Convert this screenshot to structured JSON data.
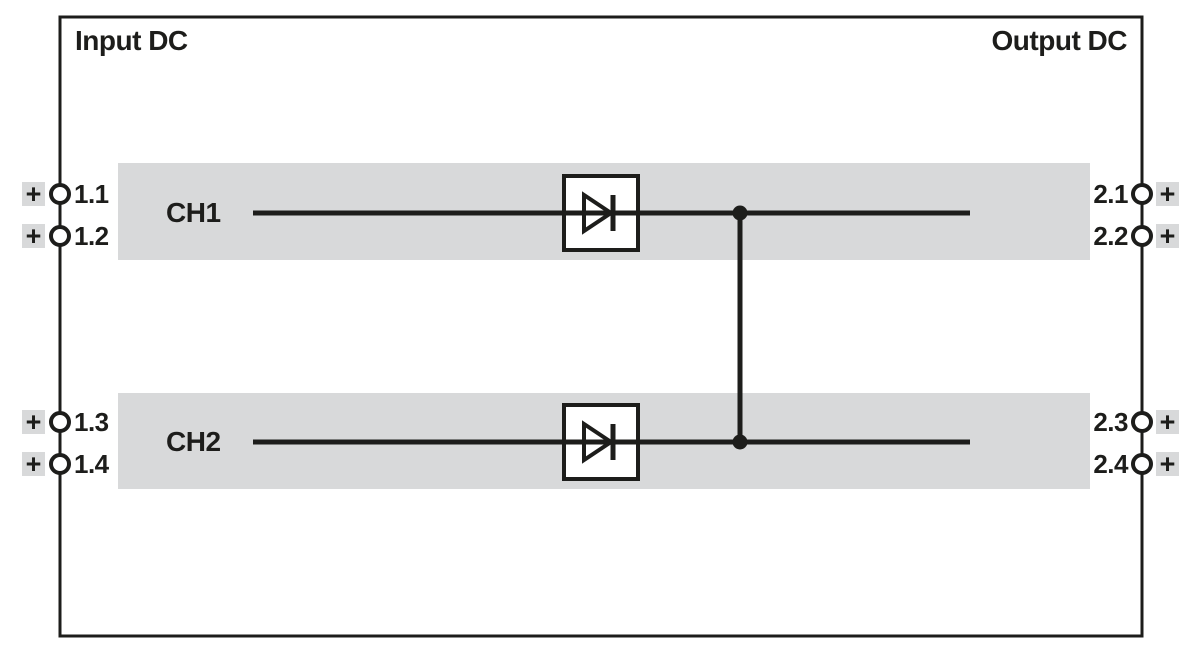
{
  "colors": {
    "line": "#1d1d1b",
    "band": "#d8d9da",
    "terminal_bg": "#d8d9da",
    "background": "#ffffff"
  },
  "headers": {
    "input": "Input DC",
    "output": "Output DC"
  },
  "channels": [
    {
      "name": "CH1"
    },
    {
      "name": "CH2"
    }
  ],
  "terminals": {
    "left": [
      {
        "id": "1.1",
        "polarity": "+"
      },
      {
        "id": "1.2",
        "polarity": "+"
      },
      {
        "id": "1.3",
        "polarity": "+"
      },
      {
        "id": "1.4",
        "polarity": "+"
      }
    ],
    "right": [
      {
        "id": "2.1",
        "polarity": "+"
      },
      {
        "id": "2.2",
        "polarity": "+"
      },
      {
        "id": "2.3",
        "polarity": "+"
      },
      {
        "id": "2.4",
        "polarity": "+"
      }
    ]
  }
}
